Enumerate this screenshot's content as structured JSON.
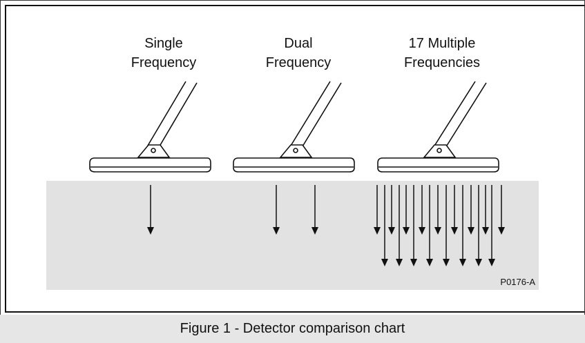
{
  "figure": {
    "caption": "Figure 1 - Detector comparison chart",
    "reference_code": "P0176-A",
    "ground_color": "#e2e2e2",
    "detectors": [
      {
        "id": "single",
        "line1": "Single",
        "line2": "Frequency"
      },
      {
        "id": "dual",
        "line1": "Dual",
        "line2": "Frequency"
      },
      {
        "id": "multi",
        "line1": "17 Multiple",
        "line2": "Frequencies"
      }
    ]
  }
}
